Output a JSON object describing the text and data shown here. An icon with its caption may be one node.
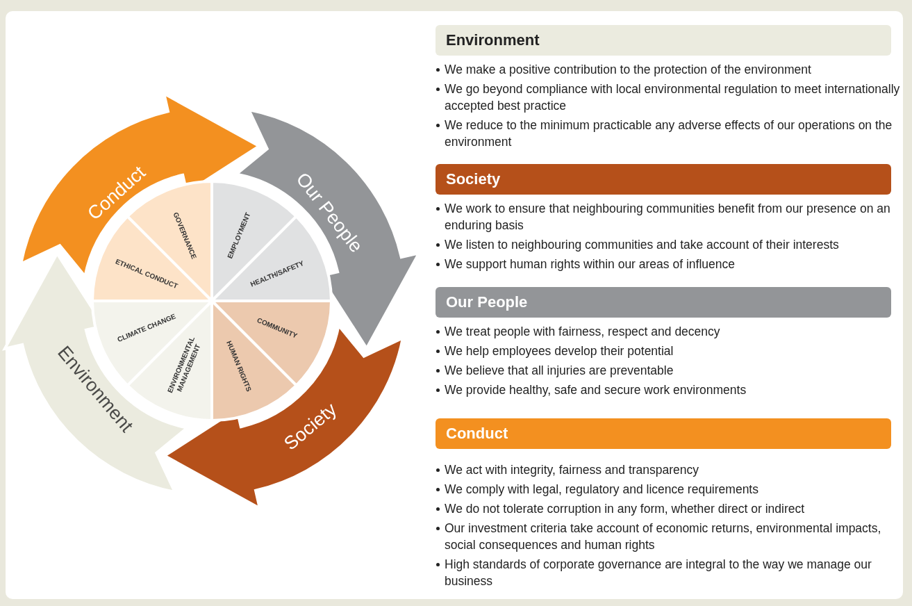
{
  "diagram": {
    "nodes": [
      {
        "text": [
          "Conduct"
        ]
      },
      {
        "text": [
          "Our People"
        ]
      },
      {
        "text": [
          "Society"
        ]
      },
      {
        "text": [
          "Environment"
        ]
      },
      {
        "text": [
          "GOVERNANCE"
        ]
      },
      {
        "text": [
          "ETHICAL CONDUCT"
        ]
      },
      {
        "text": [
          "EMPLOYMENT"
        ]
      },
      {
        "text": [
          "HEALTH/SAFETY"
        ]
      },
      {
        "text": [
          "COMMUNITY"
        ]
      },
      {
        "text": [
          "HUMAN RIGHTS"
        ]
      },
      {
        "text": [
          "ENVIRONMENTAL MANAGEMENT"
        ]
      },
      {
        "text": [
          "CLIMATE CHANGE"
        ]
      },
      {
        "text": [
          "Environment"
        ],
        "beside": [
          "We make a positive contribution to the protection of the environment",
          "We go beyond compliance with local environmental regulation to meet internationally accepted best practice",
          "We reduce to the minimum practicable any adverse effects of our operations on the environment"
        ]
      },
      {
        "text": [
          "Society"
        ],
        "beside": [
          "We work to ensure that neighbouring communities benefit from our presence on an enduring basis",
          "We listen to neighbouring communities and take account of their interests",
          "We support human rights within our areas of influence"
        ]
      },
      {
        "text": [
          "Our People"
        ],
        "beside": [
          "We treat people with fairness, respect and decency",
          "We help employees develop their potential",
          "We believe that all injuries are preventable",
          "We provide healthy, safe and secure work environments"
        ]
      },
      {
        "text": [
          "Conduct"
        ],
        "beside": [
          "We act with integrity, fairness and transparency",
          "We comply with legal, regulatory and licence requirements",
          "We do not tolerate corruption in any form, whether direct or indirect",
          "Our investment criteria take account of economic returns, environmental impacts, social consequences and human rights",
          "High standards of corporate governance are integral to the way we manage our business"
        ]
      }
    ],
    "edges": []
  }
}
